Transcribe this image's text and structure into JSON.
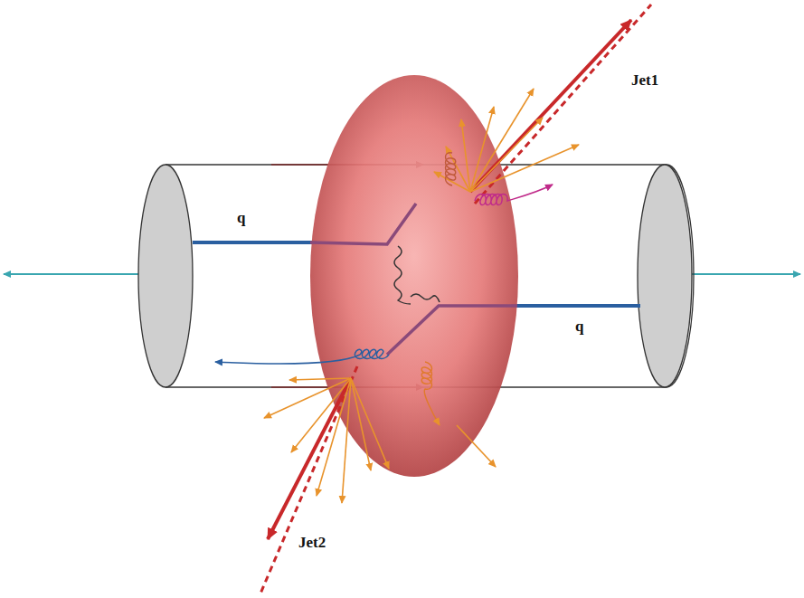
{
  "diagram": {
    "labels": [
      "q",
      "q",
      "Jet1",
      "Jet2"
    ]
  }
}
